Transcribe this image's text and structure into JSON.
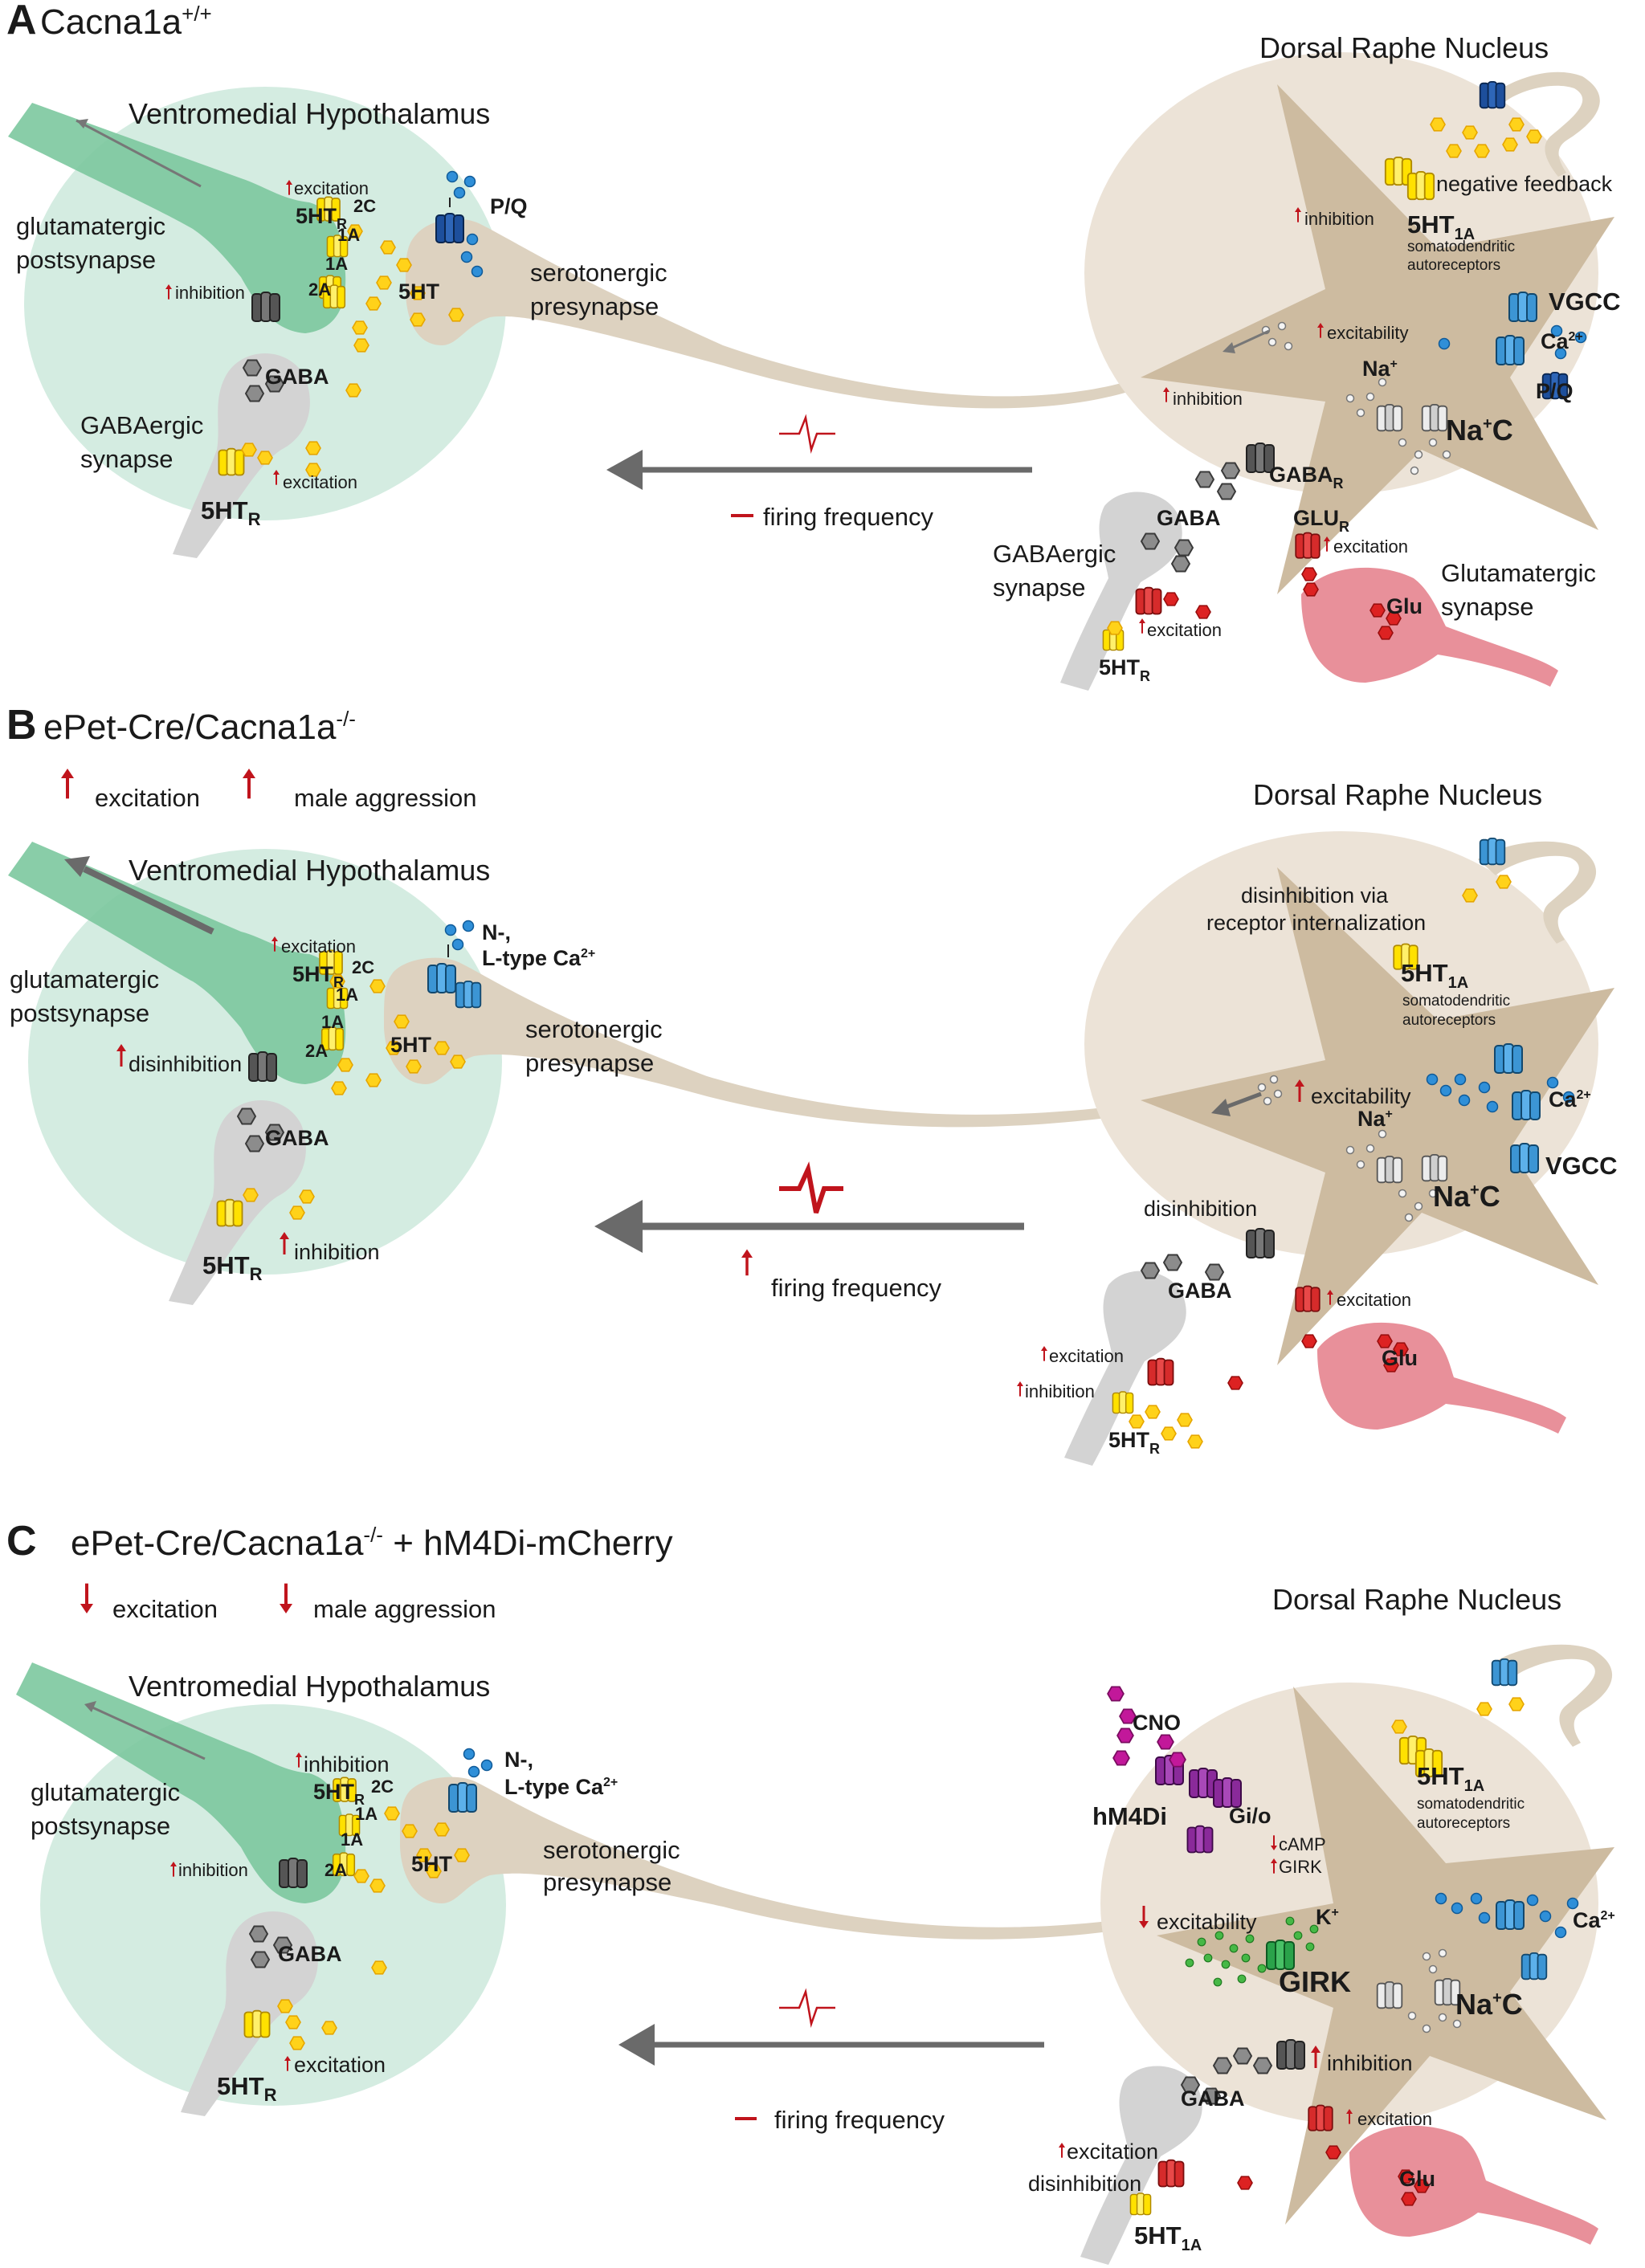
{
  "colors": {
    "vmh_bg": "#d4ece1",
    "glut_neuron": "#7cc89e",
    "drn_bg": "#ece3d7",
    "drn_neuron": "#cdbba0",
    "gaba_neuron": "#d3d3d3",
    "glu_neuron": "#e8909a",
    "serotonin": "#ffd21a",
    "receptor_yellow": "#ffe100",
    "pq_channel": "#1d4f9c",
    "vgcc_channel": "#3c95d4",
    "calcium": "#2f8fd8",
    "gaba_receptor": "#666666",
    "glu_receptor": "#d62b2b",
    "glutamate": "#dd2222",
    "hm4di": "#8a2a9a",
    "cno": "#c2189a",
    "girk": "#2aa24a",
    "potassium": "#46b846",
    "arrow_red": "#c0141c",
    "arrow_gray": "#6a6a6a"
  },
  "panelA": {
    "letter": "A",
    "title": "Cacna1a",
    "title_sup": "+/+",
    "vmh": "Ventromedial Hypothalamus",
    "glut_post_1": "glutamatergic",
    "glut_post_2": "postsynapse",
    "excitation_top": "excitation",
    "rec_label": "5HT",
    "rec_sub": "R",
    "r2c": "2C",
    "r1a_a": "1A",
    "r1a_b": "1A",
    "r2a": "2A",
    "inhibition_left": "inhibition",
    "pq": "P/Q",
    "sero_5ht": "5HT",
    "sero_pre_1": "serotonergic",
    "sero_pre_2": "presynapse",
    "gaba": "GABA",
    "gaba_syn_1": "GABAergic",
    "gaba_syn_2": "synapse",
    "excitation_bottom": "excitation",
    "rec_bottom": "5HT",
    "rec_bottom_sub": "R",
    "firing": "firing frequency",
    "drn": "Dorsal Raphe Nucleus",
    "neg_feedback": "negative feedback",
    "inhibition_drn": "inhibition",
    "ht1a": "5HT",
    "ht1a_sub": "1A",
    "somato_1": "somatodendritic",
    "somato_2": "autoreceptors",
    "excitability": "excitability",
    "vgcc": "VGCC",
    "ca": "Ca",
    "ca_sup": "2+",
    "na": "Na",
    "na_sup": "+",
    "pq_drn": "P/Q",
    "nac": "Na",
    "nac_sup": "+",
    "nac_c": "C",
    "inhibition_mid": "inhibition",
    "gaba_r": "GABA",
    "gaba_r_sub": "R",
    "gaba_drn": "GABA",
    "glu_r": "GLU",
    "glu_r_sub": "R",
    "excitation_glu": "excitation",
    "gaba_syn_drn_1": "GABAergic",
    "gaba_syn_drn_2": "synapse",
    "glu": "Glu",
    "glut_syn_1": "Glutamatergic",
    "glut_syn_2": "synapse",
    "excitation_drn_bottom": "excitation",
    "rec_drn": "5HT",
    "rec_drn_sub": "R"
  },
  "panelB": {
    "letter": "B",
    "title": "ePet-Cre/Cacna1a",
    "title_sup": "-/-",
    "excitation_head": "excitation",
    "aggression_head": "male aggression",
    "vmh": "Ventromedial Hypothalamus",
    "glut_post_1": "glutamatergic",
    "glut_post_2": "postsynapse",
    "excitation_top": "excitation",
    "rec_label": "5HT",
    "rec_sub": "R",
    "r2c": "2C",
    "r1a_a": "1A",
    "r1a_b": "1A",
    "r2a": "2A",
    "disinhibition": "disinhibition",
    "nl_1": "N-,",
    "nl_2": "L-type Ca",
    "nl_sup": "2+",
    "sero_5ht": "5HT",
    "sero_pre_1": "serotonergic",
    "sero_pre_2": "presynapse",
    "gaba": "GABA",
    "inhibition_bottom": "inhibition",
    "rec_bottom": "5HT",
    "rec_bottom_sub": "R",
    "firing": "firing frequency",
    "drn": "Dorsal Raphe Nucleus",
    "disinh_1": "disinhibition via",
    "disinh_2": "receptor internalization",
    "ht1a": "5HT",
    "ht1a_sub": "1A",
    "somato_1": "somatodendritic",
    "somato_2": "autoreceptors",
    "excitability": "excitability",
    "ca": "Ca",
    "ca_sup": "2+",
    "na": "Na",
    "na_sup": "+",
    "nac": "Na",
    "nac_sup": "+",
    "nac_c": "C",
    "vgcc": "VGCC",
    "disinh_mid": "disinhibition",
    "gaba_drn": "GABA",
    "excitation_glu": "excitation",
    "excitation_left": "excitation",
    "inhibition_left": "inhibition",
    "glu": "Glu",
    "rec_drn": "5HT",
    "rec_drn_sub": "R"
  },
  "panelC": {
    "letter": "C",
    "title": "ePet-Cre/Cacna1a",
    "title_sup": "-/-",
    "title_tail": " + hM4Di-mCherry",
    "excitation_head": "excitation",
    "aggression_head": "male aggression",
    "vmh": "Ventromedial Hypothalamus",
    "glut_post_1": "glutamatergic",
    "glut_post_2": "postsynapse",
    "inhibition_top": "inhibition",
    "rec_label": "5HT",
    "rec_sub": "R",
    "r2c": "2C",
    "r1a_a": "1A",
    "r1a_b": "1A",
    "r2a": "2A",
    "inhibition_left": "inhibition",
    "nl_1": "N-,",
    "nl_2": "L-type Ca",
    "nl_sup": "2+",
    "sero_5ht": "5HT",
    "sero_pre_1": "serotonergic",
    "sero_pre_2": "presynapse",
    "gaba": "GABA",
    "excitation_bottom": "excitation",
    "rec_bottom": "5HT",
    "rec_bottom_sub": "R",
    "firing": "firing frequency",
    "drn": "Dorsal Raphe Nucleus",
    "cno": "CNO",
    "hm4di": "hM4Di",
    "gio": "Gi/o",
    "camp": "cAMP",
    "girk_small": "GIRK",
    "ht1a": "5HT",
    "ht1a_sub": "1A",
    "somato_1": "somatodendritic",
    "somato_2": "autoreceptors",
    "excitability": "excitability",
    "k": "K",
    "k_sup": "+",
    "girk": "GIRK",
    "ca": "Ca",
    "ca_sup": "2+",
    "nac": "Na",
    "nac_sup": "+",
    "nac_c": "C",
    "inhibition_mid": "inhibition",
    "gaba_drn": "GABA",
    "excitation_glu": "excitation",
    "excitation_left": "excitation",
    "disinhibition_left": "disinhibition",
    "glu": "Glu",
    "rec_drn": "5HT",
    "rec_drn_sub": "1A"
  }
}
